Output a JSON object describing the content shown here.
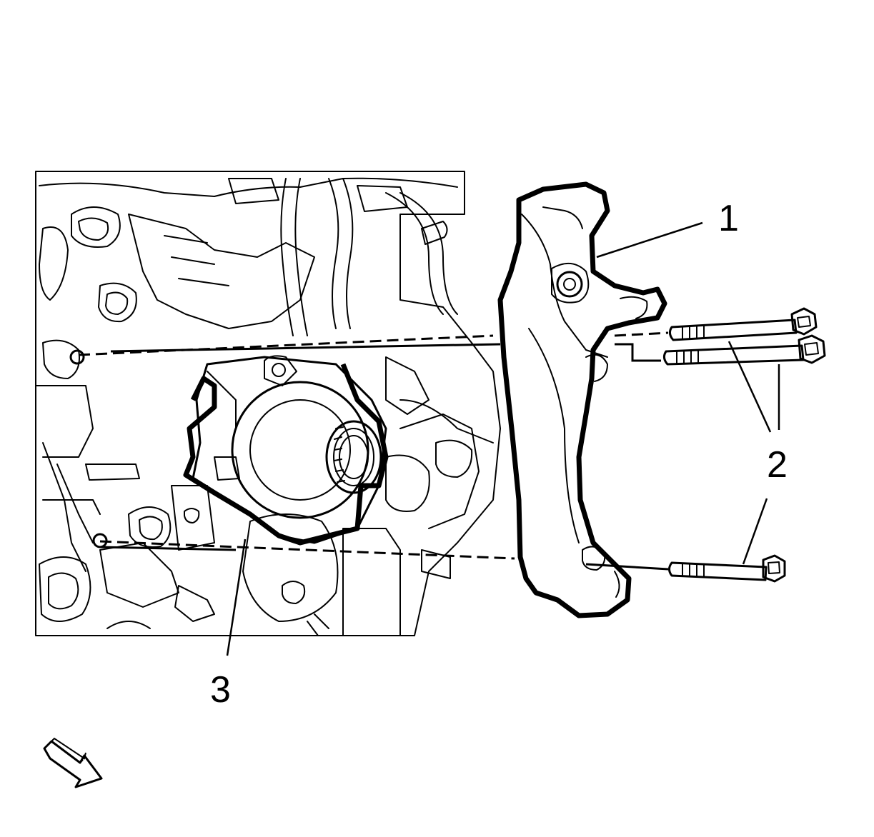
{
  "callouts": {
    "bracket": "1",
    "bolts": "2",
    "generator": "3"
  },
  "icons": {
    "view_arrow": "view-direction-arrow-icon"
  },
  "colors": {
    "ink": "#000000",
    "paper": "#ffffff"
  }
}
